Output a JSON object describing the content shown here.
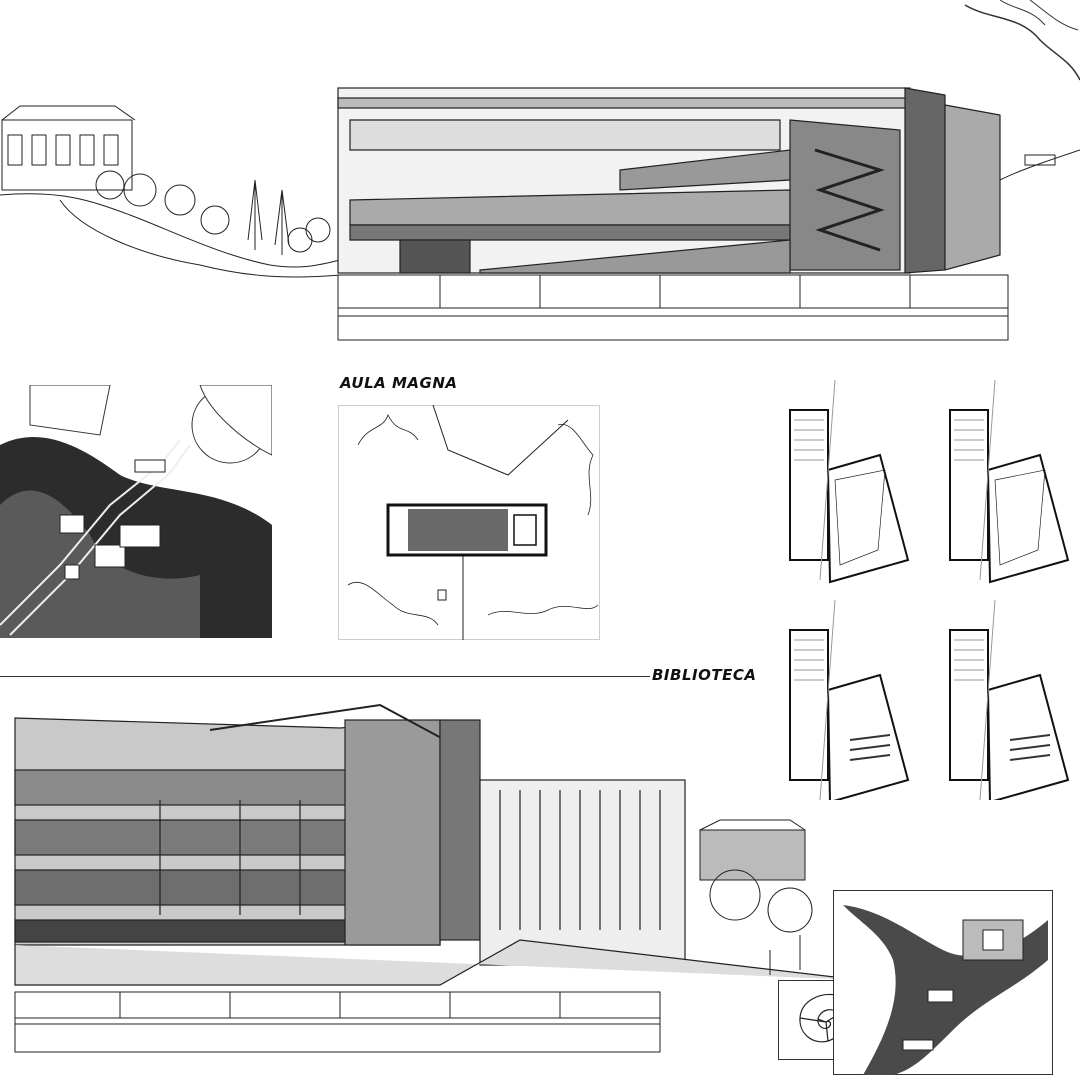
{
  "labels": {
    "aula_magna": "AULA MAGNA",
    "biblioteca": "BIBLIOTECA"
  },
  "palette": {
    "paper": "#ffffff",
    "ink": "#222222",
    "hatch": "#555555",
    "shadow": "#3a3a3a"
  },
  "panels": [
    {
      "name": "aula-magna-section",
      "icon": "building-section-icon"
    },
    {
      "name": "site-plan",
      "icon": "aerial-plan-icon"
    },
    {
      "name": "aula-magna-plan",
      "icon": "floor-plan-icon"
    },
    {
      "name": "library-floor-plans",
      "icon": "floor-plan-icon"
    },
    {
      "name": "biblioteca-section",
      "icon": "building-section-icon"
    },
    {
      "name": "nautilus-shell",
      "icon": "shell-icon"
    },
    {
      "name": "campus-map",
      "icon": "map-icon"
    }
  ]
}
